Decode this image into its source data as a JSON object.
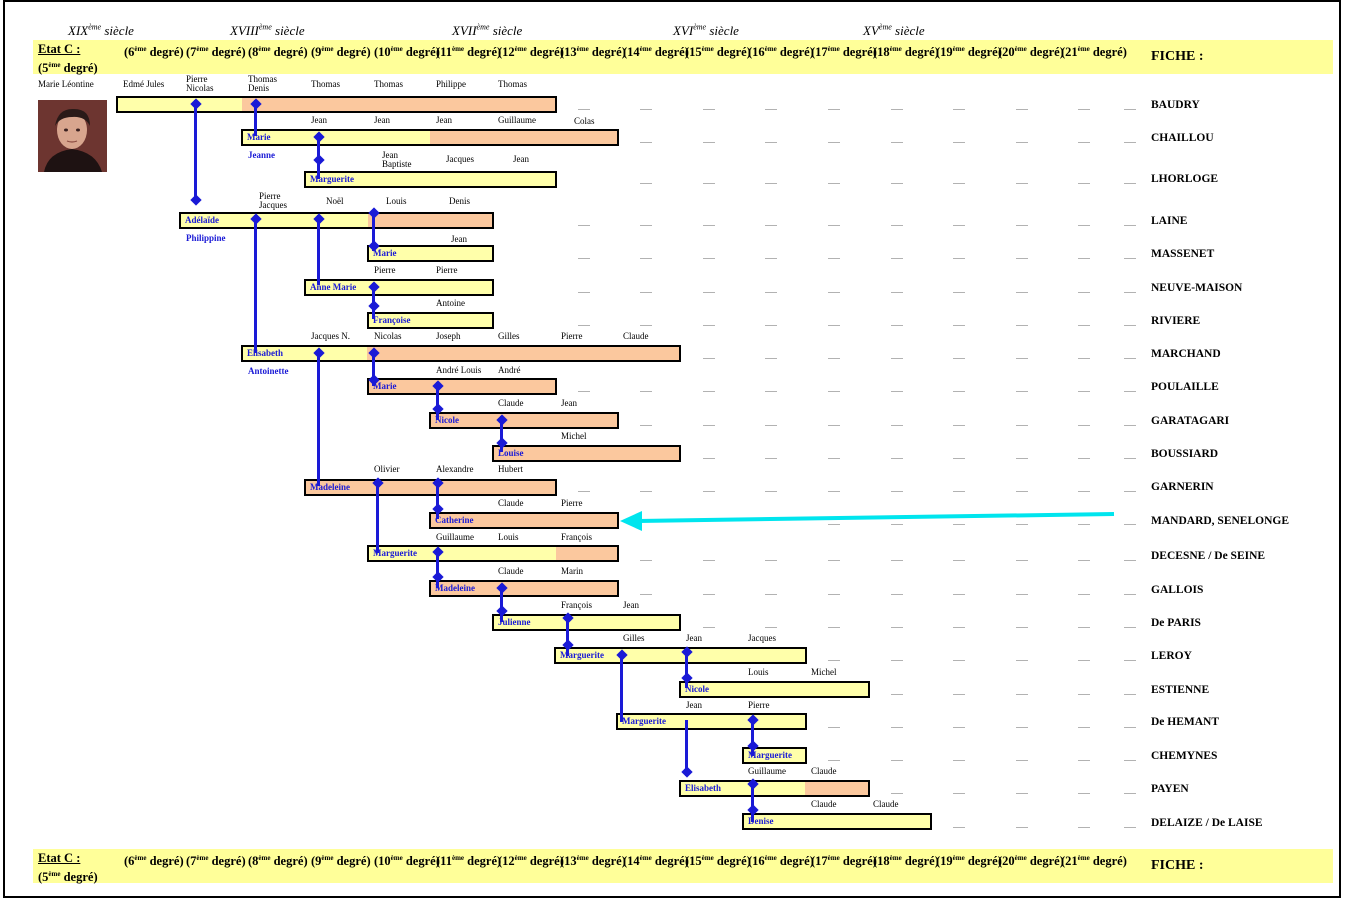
{
  "centuries": [
    "XIXème siècle",
    "XVIIIème siècle",
    "XVIIème siècle",
    "XVIème siècle",
    "XVème siècle"
  ],
  "header": {
    "etat_line1": "Etat C :",
    "etat_line2": "(5ème degré)",
    "degrees": [
      "(6ème degré)",
      "(7ème degré)",
      "(8ème degré)",
      "(9ème degré)",
      "(10ème degré)",
      "(11ème degré)",
      "(12ème degré)",
      "(13ème degré)",
      "(14ème degré)",
      "(15ème degré)",
      "(16ème degré)",
      "(17ème degré)",
      "(18ème degré)",
      "(19ème degré)",
      "(20ème degré)",
      "(21ème degré)"
    ],
    "fiche": "FICHE :"
  },
  "root": {
    "name": "Marie Léontine",
    "father": "Edmé Jules",
    "grandparent": "Pierre Nicolas",
    "great": "Thomas Denis"
  },
  "fiches": [
    "BAUDRY",
    "CHAILLOU",
    "LHORLOGE",
    "LAINE",
    "MASSENET",
    "NEUVE-MAISON",
    "RIVIERE",
    "MARCHAND",
    "POULAILLE",
    "GARATAGARI",
    "BOUSSIARD",
    "GARNERIN",
    "MANDARD, SENELONGE",
    "DECESNE / De SEINE",
    "GALLOIS",
    "De PARIS",
    "LEROY",
    "ESTIENNE",
    "De HEMANT",
    "CHEMYNES",
    "PAYEN",
    "DELAIZE / De LAISE"
  ],
  "women": [
    "Marie",
    "Jeanne",
    "Marguerite",
    "Adélaïde",
    "Philippine",
    "Marie",
    "Anne Marie",
    "Françoise",
    "Elisabeth",
    "Antoinette",
    "Marie",
    "Nicole",
    "Louise",
    "Madeleine",
    "Catherine",
    "Marguerite",
    "Madeleine",
    "Julienne",
    "Marguerite",
    "Nicole",
    "Marguerite",
    "Marguerite",
    "Elisabeth",
    "Denise"
  ],
  "ancestors": [
    "Thomas",
    "Thomas",
    "Philippe",
    "Thomas",
    "Jean",
    "Jean",
    "Jean",
    "Guillaume",
    "Colas",
    "Jean Baptiste",
    "Jacques",
    "Jean",
    "Pierre Jacques",
    "Noël",
    "Louis",
    "Denis",
    "Jean",
    "Pierre",
    "Pierre",
    "Antoine",
    "Jacques N.",
    "Nicolas",
    "Joseph",
    "Gilles",
    "Pierre",
    "Claude",
    "André Louis",
    "André",
    "Claude",
    "Jean",
    "Michel",
    "Olivier",
    "Alexandre",
    "Hubert",
    "Claude",
    "Pierre",
    "Guillaume",
    "Louis",
    "François",
    "Claude",
    "Marin",
    "François",
    "Jean",
    "Gilles",
    "Jean",
    "Jacques",
    "Louis",
    "Michel",
    "Jean",
    "Pierre",
    "Guillaume",
    "Claude",
    "Claude",
    "Claude"
  ],
  "dots": "......",
  "colors": {
    "header_bg": "#ffff99",
    "bar_fill": "#ffffaa",
    "bar_accent": "#fbc89e",
    "link_blue": "#1a1ad6",
    "arrow_cyan": "#00e5ee"
  }
}
